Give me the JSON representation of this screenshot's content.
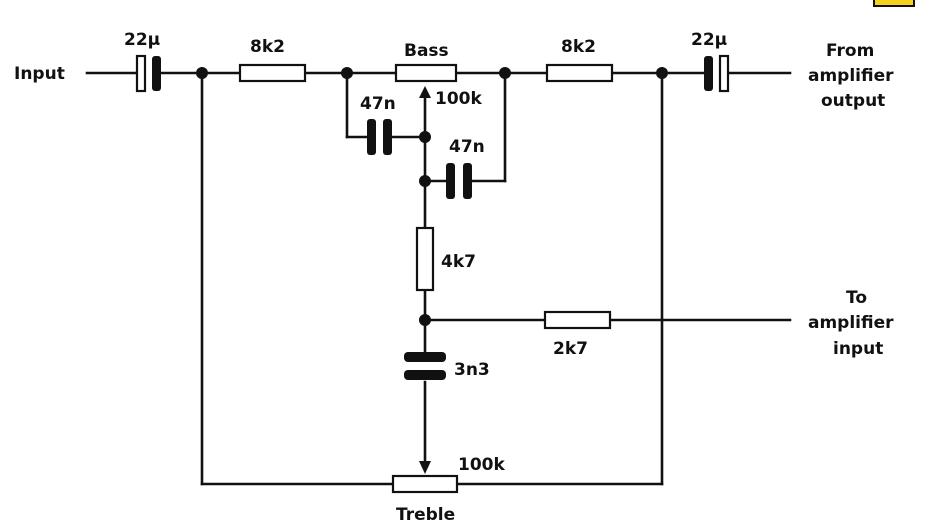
{
  "labels": {
    "input": "Input",
    "c_in": "22µ",
    "r_left": "8k2",
    "bass": "Bass",
    "bass_pot_value": "100k",
    "c_bass_left": "47n",
    "c_bass_right": "47n",
    "r_right": "8k2",
    "c_out": "22µ",
    "from_amp_1": "From",
    "from_amp_2": "amplifier",
    "from_amp_3": "output",
    "r_mid": "4k7",
    "to_amp_1": "To",
    "to_amp_2": "amplifier",
    "to_amp_3": "input",
    "r_feed": "2k7",
    "c_treble": "3n3",
    "treble_pot_value": "100k",
    "treble": "Treble"
  },
  "colors": {
    "ink": "#111111",
    "background": "#ffffff",
    "badge": "#f7d21b"
  }
}
